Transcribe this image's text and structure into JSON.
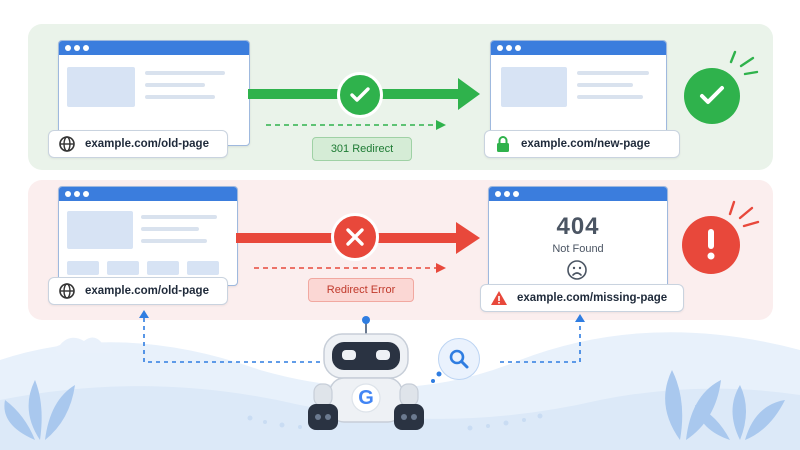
{
  "success": {
    "from_url": "example.com/old-page",
    "to_url": "example.com/new-page",
    "status_label": "301 Redirect"
  },
  "error": {
    "from_url": "example.com/old-page",
    "to_url": "example.com/missing-page",
    "status_label": "Redirect Error",
    "error_code": "404",
    "error_text": "Not Found"
  },
  "robot": {
    "badge_letter": "G"
  },
  "colors": {
    "success_green": "#2fb24c",
    "error_red": "#e8483b",
    "browser_blue": "#3b7ddd",
    "robot_search_blue": "#2f7de1"
  },
  "icons": [
    "globe-icon",
    "lock-icon",
    "warning-icon",
    "check-icon",
    "x-icon",
    "exclamation-icon",
    "sad-face-icon",
    "search-icon"
  ]
}
